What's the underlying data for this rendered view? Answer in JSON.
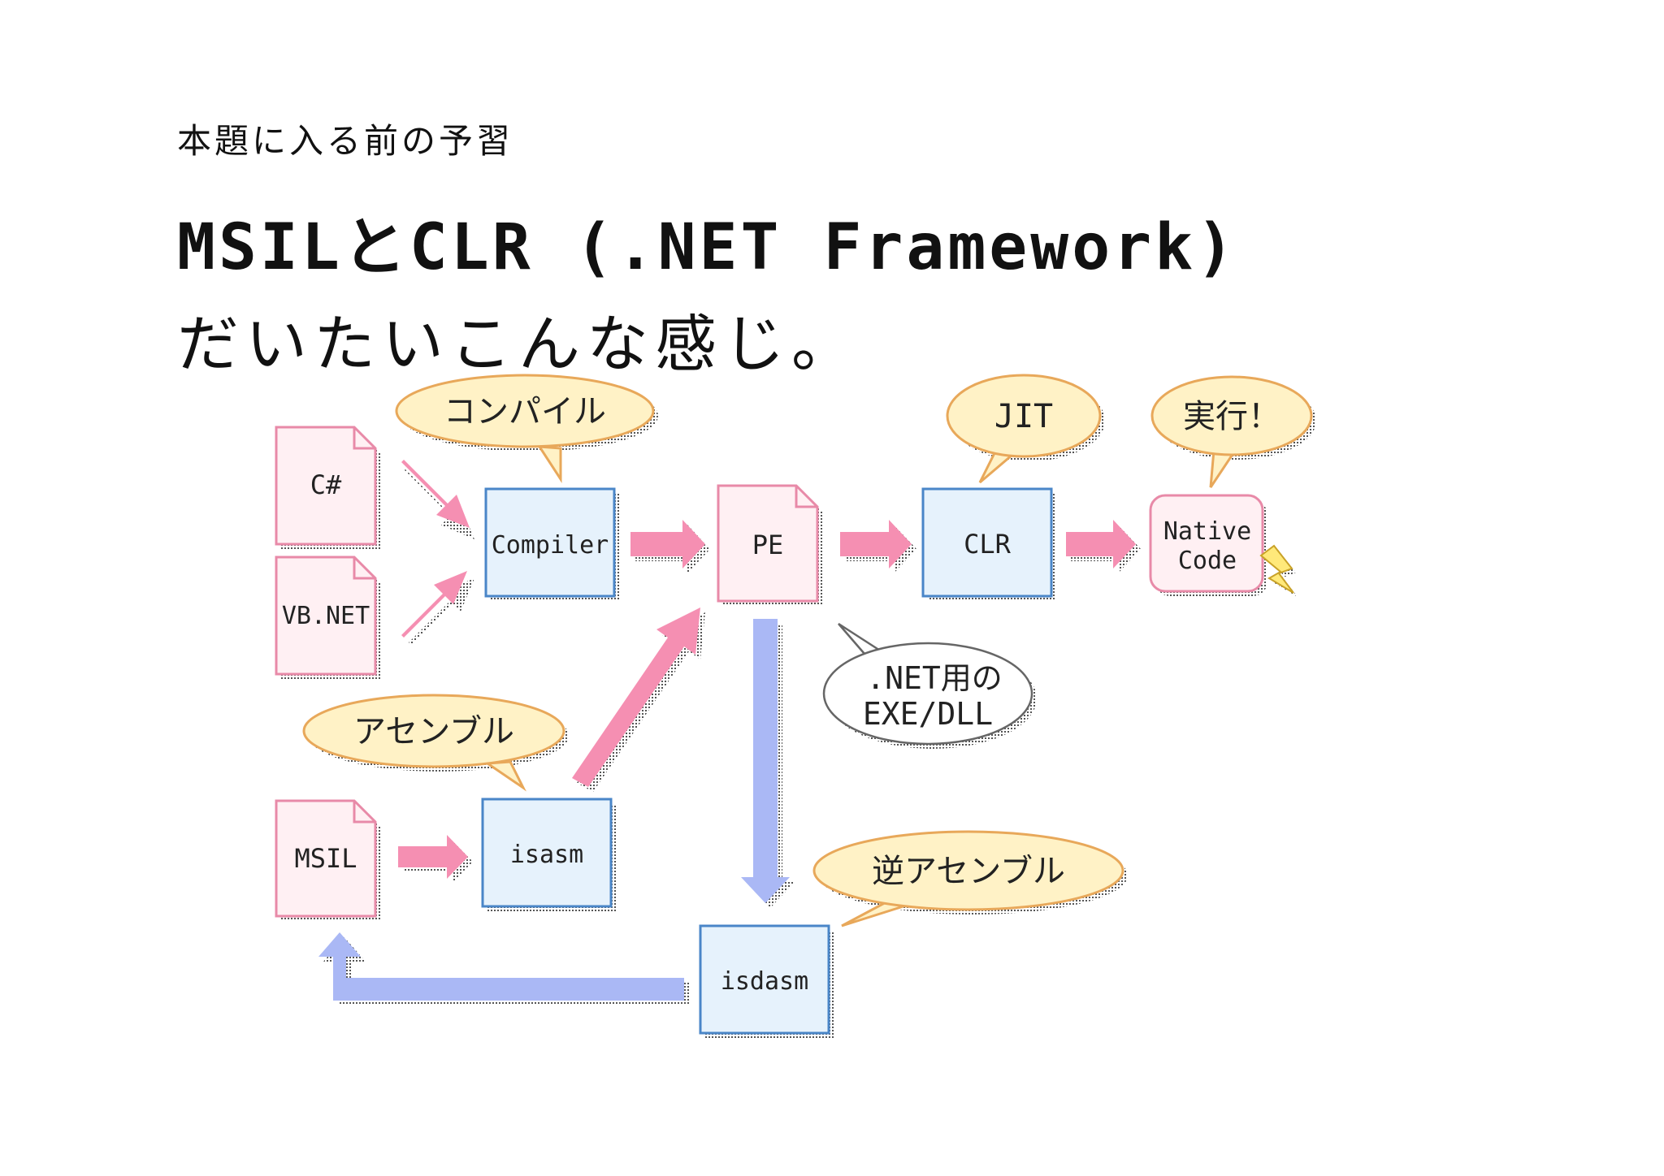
{
  "slide": {
    "subtitle": "本題に入る前の予習",
    "title_line1": "MSILとCLR (.NET Framework)",
    "title_line2": "だいたいこんな感じ。"
  },
  "diagram": {
    "documents": {
      "csharp": "C#",
      "vbnet": "VB.NET",
      "pe": "PE",
      "msil": "MSIL"
    },
    "processes": {
      "compiler": "Compiler",
      "clr": "CLR",
      "isasm": "isasm",
      "isdasm": "isdasm"
    },
    "native_code": {
      "line1": "Native",
      "line2": "Code"
    },
    "bubbles": {
      "compile": "コンパイル",
      "jit": "JIT",
      "run": "実行！",
      "assemble": "アセンブル",
      "disassemble": "逆アセンブル",
      "dotnet_line1": ".NET用の",
      "dotnet_line2": "EXE/DLL"
    },
    "colors": {
      "pink_arrow": "#f58fb2",
      "blue_arrow": "#aab8f5",
      "doc_fill": "#fff0f3",
      "doc_border": "#e88aa8",
      "box_fill": "#e6f2fc",
      "box_border": "#4a86c8",
      "bubble_fill": "#fff2c6",
      "bubble_border": "#e8a85a",
      "bolt_fill": "#ffe97a"
    }
  }
}
